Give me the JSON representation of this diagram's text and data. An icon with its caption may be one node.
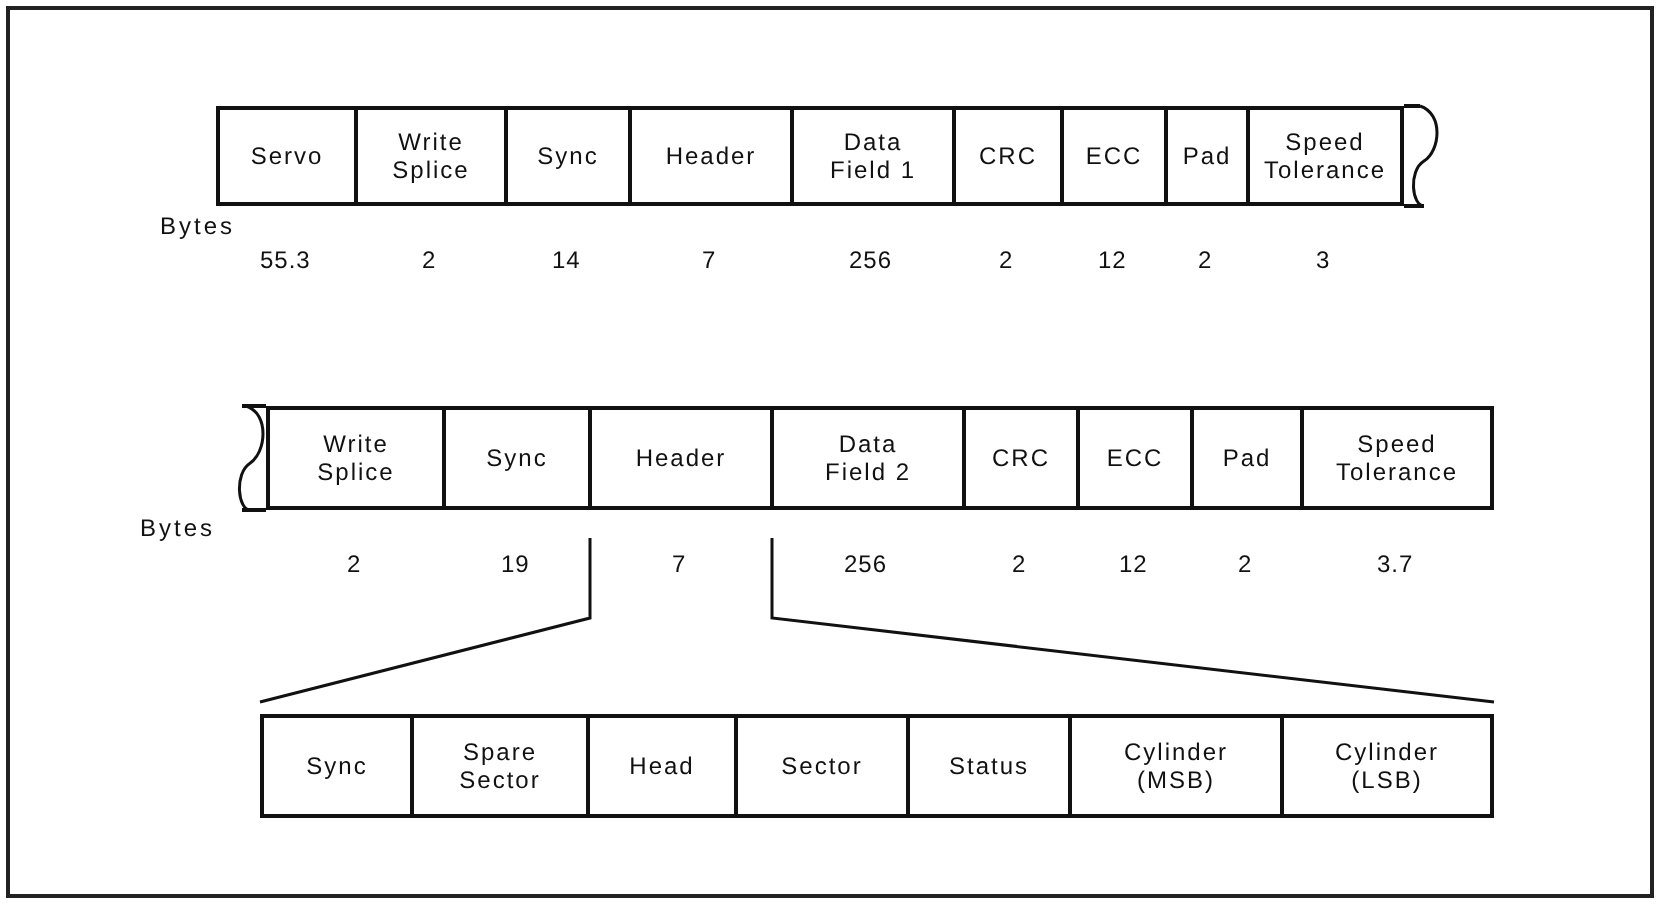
{
  "diagram": {
    "nodes": [
      {
        "text": [
          "Servo"
        ],
        "beside": [
          "55.3"
        ]
      },
      {
        "text": [
          "Write Splice"
        ],
        "beside": [
          "2"
        ]
      },
      {
        "text": [
          "Sync"
        ],
        "beside": [
          "14"
        ]
      },
      {
        "text": [
          "Header"
        ],
        "beside": [
          "7"
        ]
      },
      {
        "text": [
          "Data Field 1"
        ],
        "beside": [
          "256"
        ]
      },
      {
        "text": [
          "CRC"
        ],
        "beside": [
          "2"
        ]
      },
      {
        "text": [
          "ECC"
        ],
        "beside": [
          "12"
        ]
      },
      {
        "text": [
          "Pad"
        ],
        "beside": [
          "2"
        ]
      },
      {
        "text": [
          "Speed Tolerance"
        ],
        "beside": [
          "3"
        ]
      },
      {
        "text": [
          "Write Splice"
        ],
        "beside": [
          "2"
        ]
      },
      {
        "text": [
          "Sync"
        ],
        "beside": [
          "19"
        ]
      },
      {
        "text": [
          "Header"
        ],
        "beside": [
          "7"
        ]
      },
      {
        "text": [
          "Data Field 2"
        ],
        "beside": [
          "256"
        ]
      },
      {
        "text": [
          "CRC"
        ],
        "beside": [
          "2"
        ]
      },
      {
        "text": [
          "ECC"
        ],
        "beside": [
          "12"
        ]
      },
      {
        "text": [
          "Pad"
        ],
        "beside": [
          "2"
        ]
      },
      {
        "text": [
          "Speed Tolerance"
        ],
        "beside": [
          "3.7"
        ]
      },
      {
        "text": [
          "Sync"
        ]
      },
      {
        "text": [
          "Spare Sector"
        ]
      },
      {
        "text": [
          "Head"
        ]
      },
      {
        "text": [
          "Sector"
        ]
      },
      {
        "text": [
          "Status"
        ]
      },
      {
        "text": [
          "Cylinder (MSB)"
        ]
      },
      {
        "text": [
          "Cylinder (LSB)"
        ]
      }
    ],
    "edges": [
      {
        "from": 11,
        "to": 17,
        "arrow": "none"
      },
      {
        "from": 11,
        "to": 23,
        "arrow": "none"
      }
    ],
    "labels": [
      "Bytes",
      "Bytes"
    ]
  }
}
